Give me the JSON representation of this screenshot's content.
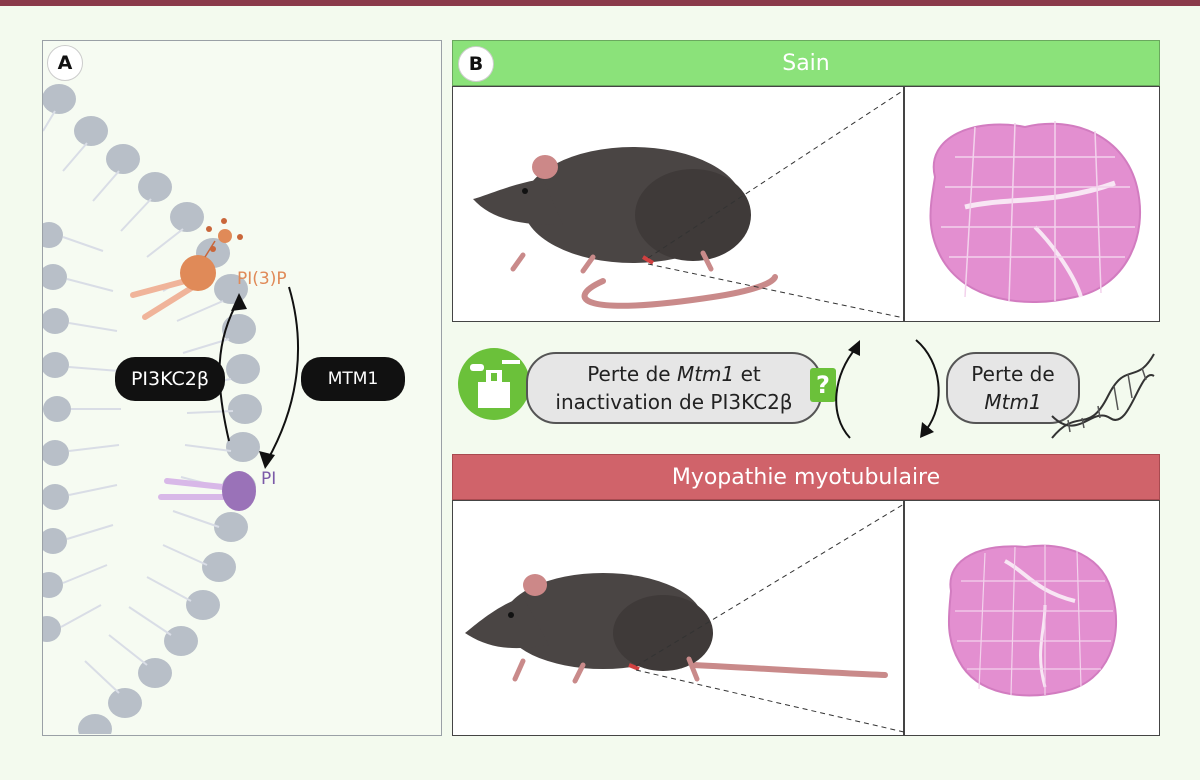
{
  "panel_a": {
    "badge": "A",
    "pi3p_label": "PI(3)P",
    "pi_label": "PI",
    "kinase_label": "PI3KC2β",
    "phosphatase_label": "MTM1"
  },
  "panel_b": {
    "badge": "B",
    "healthy_label": "Sain",
    "disease_label": "Myopathie myotubulaire",
    "treatment_line1_prefix": "Perte de ",
    "treatment_line1_gene": "Mtm1",
    "treatment_line1_suffix": " et",
    "treatment_line2": "inactivation de PI3KC2β",
    "question_mark": "?",
    "loss_line1": "Perte de",
    "loss_line2": "Mtm1"
  },
  "colors": {
    "background": "#f3faee",
    "healthy_green": "#8be27a",
    "disease_red": "#d0636a",
    "pi3p_orange": "#e08a58",
    "pi_purple": "#9a72b8",
    "membrane_grey": "#b8bfc8",
    "muscle_pink": "#e38fd0"
  }
}
